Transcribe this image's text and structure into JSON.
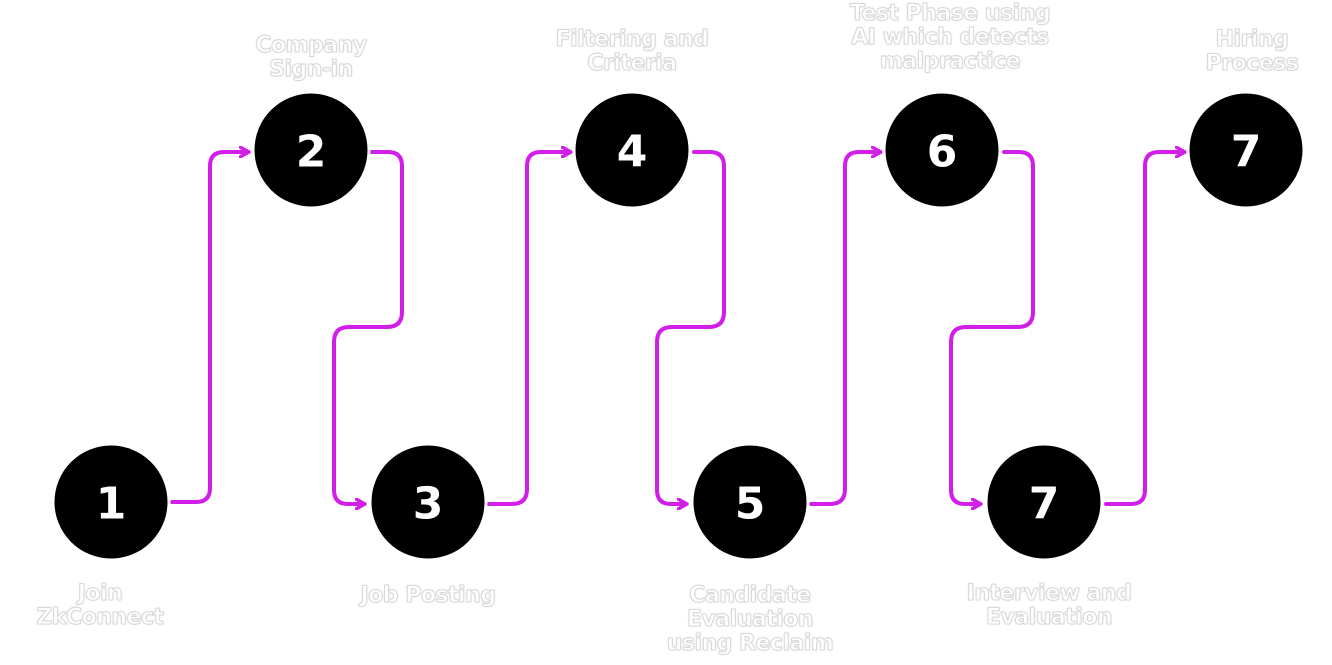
{
  "colors": {
    "connector": "#d11ee8",
    "node_fill": "#000000",
    "node_text": "#ffffff",
    "label_text": "#ffffff"
  },
  "steps": [
    {
      "number": "1",
      "label": "Join\nZkConnect",
      "row": "bottom"
    },
    {
      "number": "2",
      "label": "Company\nSign-in",
      "row": "top"
    },
    {
      "number": "3",
      "label": "Job Posting",
      "row": "bottom"
    },
    {
      "number": "4",
      "label": "Filtering and\nCriteria",
      "row": "top"
    },
    {
      "number": "5",
      "label": "Candidate\nEvaluation\nusing Reclaim",
      "row": "bottom"
    },
    {
      "number": "6",
      "label": "Test Phase using\nAI which detects\nmalpractice",
      "row": "top"
    },
    {
      "number": "7",
      "label": "Interview and\nEvaluation",
      "row": "bottom"
    },
    {
      "number": "7",
      "label": "Hiring\nProcess",
      "row": "top"
    }
  ]
}
